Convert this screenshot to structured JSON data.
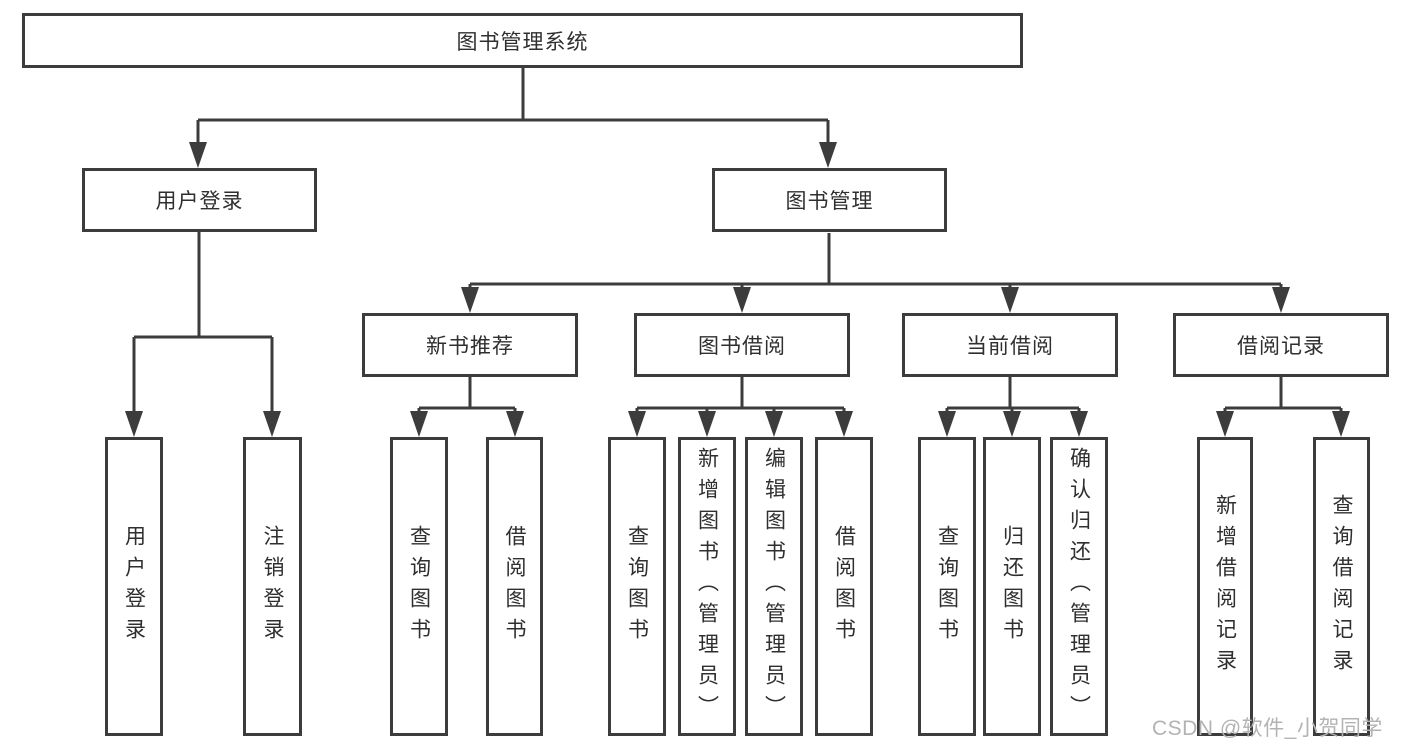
{
  "diagram_title": "图书管理系统",
  "tree": {
    "root": {
      "label": "图书管理系统",
      "children": [
        {
          "label": "用户登录",
          "children": [
            {
              "label": "用户登录"
            },
            {
              "label": "注销登录"
            }
          ]
        },
        {
          "label": "图书管理",
          "children": [
            {
              "label": "新书推荐",
              "children": [
                {
                  "label": "查询图书"
                },
                {
                  "label": "借阅图书"
                }
              ]
            },
            {
              "label": "图书借阅",
              "children": [
                {
                  "label": "查询图书"
                },
                {
                  "label": "新增图书（管理员）"
                },
                {
                  "label": "编辑图书（管理员）"
                },
                {
                  "label": "借阅图书"
                }
              ]
            },
            {
              "label": "当前借阅",
              "children": [
                {
                  "label": "查询图书"
                },
                {
                  "label": "归还图书"
                },
                {
                  "label": "确认归还（管理员）"
                }
              ]
            },
            {
              "label": "借阅记录",
              "children": [
                {
                  "label": "新增借阅记录"
                },
                {
                  "label": "查询借阅记录"
                }
              ]
            }
          ]
        }
      ]
    }
  },
  "watermark": "CSDN @软件_小贺同学",
  "colors": {
    "line": "#3c3c3c",
    "box_border": "#3c3c3c",
    "text": "#2f2f2f",
    "background": "#ffffff",
    "watermark": "#b3b3b3"
  }
}
